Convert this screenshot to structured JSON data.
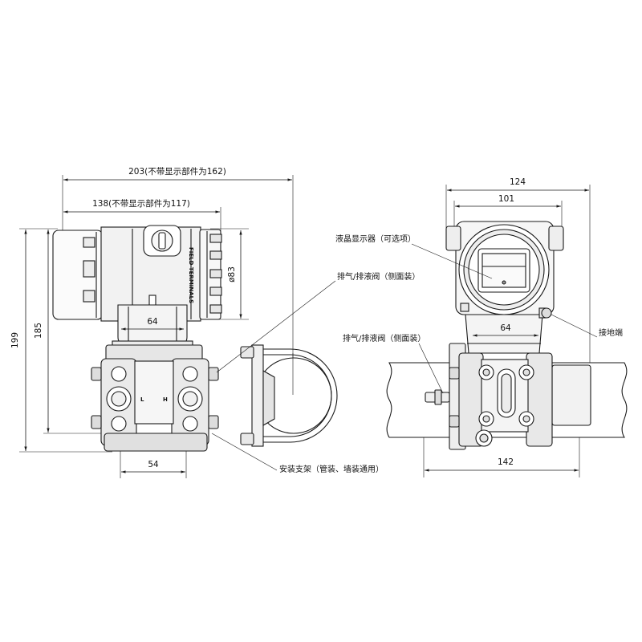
{
  "left_view": {
    "dim_overall_width": "203(不带显示部件为162)",
    "dim_housing_width": "138(不带显示部件为117)",
    "dim_total_height": "199",
    "dim_height": "185",
    "dim_neck_width": "64",
    "dim_flange_width": "54",
    "dim_housing_diameter": "ø83",
    "terminal_label": "FIELD TERMINALS",
    "port_low": "L",
    "port_high": "H",
    "callout_vent_valve": "排气/排液阀（侧面装）",
    "callout_bracket": "安装支架（管装、墙装通用）"
  },
  "right_view": {
    "dim_overall_width": "124",
    "dim_housing_width": "101",
    "dim_neck_width": "64",
    "dim_flange_width": "142",
    "callout_display": "液晶显示器（可选项）",
    "callout_vent_valve": "排气/排液阀（侧面装）",
    "callout_ground": "接地端"
  }
}
